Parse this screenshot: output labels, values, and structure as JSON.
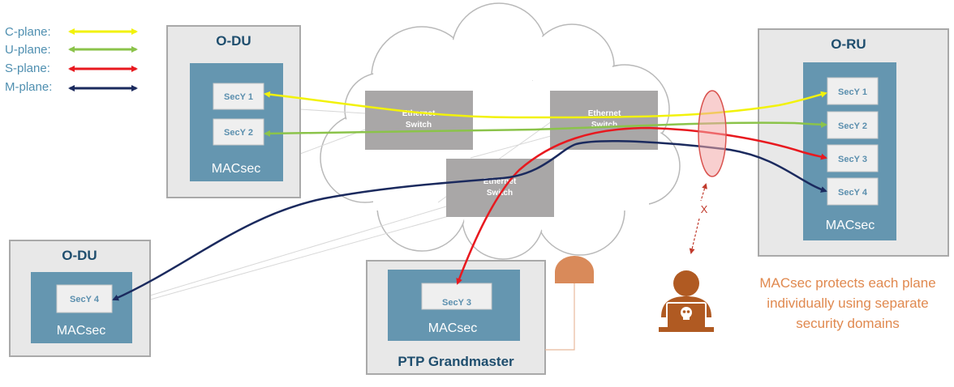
{
  "legend": [
    {
      "label": "C-plane:",
      "color": "#f2f20a"
    },
    {
      "label": "U-plane:",
      "color": "#8bc34a"
    },
    {
      "label": "S-plane:",
      "color": "#e8191f"
    },
    {
      "label": "M-plane:",
      "color": "#1b2a5e"
    }
  ],
  "odu_top": {
    "title": "O-DU",
    "secy": [
      "SecY 1",
      "SecY 2"
    ],
    "macsec": "MACsec"
  },
  "odu_bottom": {
    "title": "O-DU",
    "secy": [
      "SecY 4"
    ],
    "macsec": "MACsec"
  },
  "oru": {
    "title": "O-RU",
    "secy": [
      "SecY 1",
      "SecY 2",
      "SecY 3",
      "SecY 4"
    ],
    "macsec": "MACsec"
  },
  "ptp": {
    "title": "PTP Grandmaster",
    "secy": [
      "SecY 3"
    ],
    "macsec": "MACsec"
  },
  "switches": [
    {
      "line1": "Ethernet",
      "line2": "Switch"
    },
    {
      "line1": "Ethernet",
      "line2": "Switch"
    },
    {
      "line1": "Ethernet",
      "line2": "Switch"
    }
  ],
  "blocked_mark": "X",
  "note": [
    "MACsec protects each plane",
    "individually using separate",
    "security domains"
  ],
  "icons": {
    "attacker": "hacker-skull-icon",
    "antenna": "gps-antenna-icon"
  }
}
